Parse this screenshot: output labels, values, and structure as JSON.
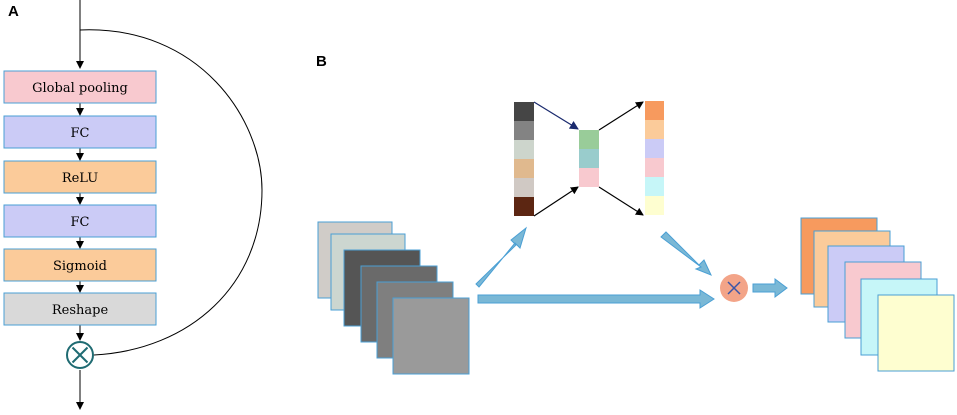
{
  "panels": {
    "a_label": "A",
    "b_label": "B"
  },
  "panel_a": {
    "steps": [
      {
        "label": "Global pooling",
        "color": "#f8c9cf"
      },
      {
        "label": "FC",
        "color": "#cbcbf6"
      },
      {
        "label": "ReLU",
        "color": "#fbcb9a"
      },
      {
        "label": "FC",
        "color": "#cbcbf6"
      },
      {
        "label": "Sigmoid",
        "color": "#fbcb9a"
      },
      {
        "label": "Reshape",
        "color": "#d9d9d9"
      }
    ],
    "multiply_symbol": "⊗",
    "box_border_color": "#4a9fd4",
    "scale_node_color": "#1f6b72"
  },
  "panel_b": {
    "input_feature_map_colors": [
      "#d0ccc8",
      "#ccd6d0",
      "#555555",
      "#6a6a6a",
      "#7f7f7f",
      "#9a9a9a"
    ],
    "squeeze_vector_colors": [
      "#454545",
      "#838383",
      "#cdd5cc",
      "#e0b98e",
      "#d0c9c4",
      "#5c2612"
    ],
    "bottleneck_colors": [
      "#99cc99",
      "#99cccc",
      "#f8c9cf"
    ],
    "excite_vector_colors": [
      "#f79a5e",
      "#fbcb9a",
      "#cbcbf6",
      "#f8c9cf",
      "#c6f6f8",
      "#fefed0"
    ],
    "output_feature_map_colors": [
      "#f79a5e",
      "#fbcb9a",
      "#cbcbf6",
      "#f8c9cf",
      "#c6f6f8",
      "#fefed0"
    ],
    "multiply_symbol": "×",
    "multiply_node_color": "#f3a488",
    "arrow_color": "#7ab8d6"
  }
}
